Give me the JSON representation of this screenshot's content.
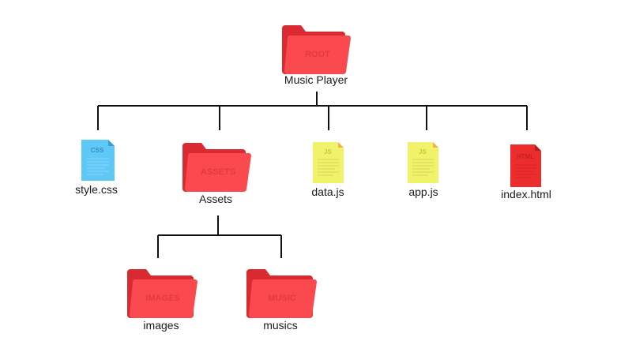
{
  "root": {
    "badge": "ROOT",
    "label": "Music Player",
    "icon": "folder-icon"
  },
  "children": {
    "style_css": {
      "badge": "CSS",
      "label": "style.css",
      "icon": "css-file-icon",
      "color": "#5ec8f7"
    },
    "assets": {
      "badge": "ASSETS",
      "label": "Assets",
      "icon": "folder-icon"
    },
    "data_js": {
      "badge": "JS",
      "label": "data.js",
      "icon": "js-file-icon",
      "color": "#f0f26a"
    },
    "app_js": {
      "badge": "JS",
      "label": "app.js",
      "icon": "js-file-icon",
      "color": "#f0f26a"
    },
    "index_html": {
      "badge": "HTML",
      "label": "index.html",
      "icon": "html-file-icon",
      "color": "#ec2d2d"
    }
  },
  "assets_children": {
    "images": {
      "badge": "IMAGES",
      "label": "images",
      "icon": "folder-icon"
    },
    "music": {
      "badge": "MUSIC",
      "label": "musics",
      "icon": "folder-icon"
    }
  },
  "colors": {
    "folder_front": "#fb4a4f",
    "folder_back": "#d82a30",
    "folder_text": "#e23a3f",
    "connector": "#111111"
  }
}
